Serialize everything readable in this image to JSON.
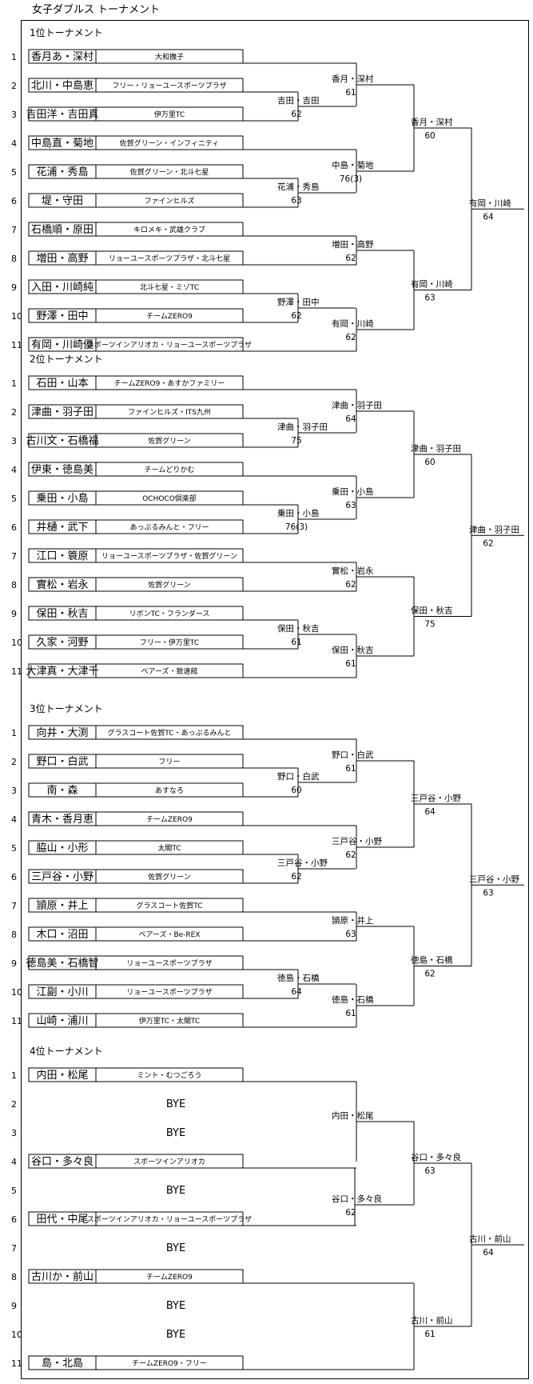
{
  "title": "女子ダブルス トーナメント",
  "sections": [
    {
      "name": "1位トーナメント",
      "entries": [
        {
          "pos": "1",
          "names": "香月あ・深村",
          "club": "大和撫子"
        },
        {
          "pos": "2",
          "names": "北川・中島恵",
          "club": "フリー・リョーユースポーツプラザ"
        },
        {
          "pos": "3",
          "names": "吉田洋・吉田真",
          "club": "伊万里TC"
        },
        {
          "pos": "4",
          "names": "中島直・菊地",
          "club": "佐賀グリーン・インフィニティ"
        },
        {
          "pos": "5",
          "names": "花浦・秀島",
          "club": "佐賀グリーン・北斗七星"
        },
        {
          "pos": "6",
          "names": "堤・守田",
          "club": "ファインヒルズ"
        },
        {
          "pos": "7",
          "names": "石橋順・原田",
          "club": "キロメキ・武雄クラブ"
        },
        {
          "pos": "8",
          "names": "増田・高野",
          "club": "リョーユースポーツプラザ・北斗七星"
        },
        {
          "pos": "9",
          "names": "入田・川崎純",
          "club": "北斗七星・ミゾTC"
        },
        {
          "pos": "10",
          "names": "野澤・田中",
          "club": "チームZERO9"
        },
        {
          "pos": "11",
          "names": "有岡・川崎優",
          "club": "スポーツインアリオカ・リョーユースポーツプラザ"
        }
      ],
      "results": [
        {
          "winner": "吉田・吉田",
          "score": "62"
        },
        {
          "winner": "花浦・秀島",
          "score": "63"
        },
        {
          "winner": "野澤・田中",
          "score": "62"
        },
        {
          "winner": "香月・深村",
          "score": "61"
        },
        {
          "winner": "中島・菊地",
          "score": "76(3)"
        },
        {
          "winner": "増田・高野",
          "score": "62"
        },
        {
          "winner": "有岡・川崎",
          "score": "62"
        },
        {
          "winner": "香月・深村",
          "score": "60"
        },
        {
          "winner": "有岡・川崎",
          "score": "63"
        },
        {
          "winner": "有岡・川崎",
          "score": "64"
        }
      ]
    },
    {
      "name": "2位トーナメント",
      "entries": [
        {
          "pos": "1",
          "names": "石田・山本",
          "club": "チームZERO9・あすかファミリー"
        },
        {
          "pos": "2",
          "names": "津曲・羽子田",
          "club": "ファインヒルズ・ITS九州"
        },
        {
          "pos": "3",
          "names": "古川文・石橋福",
          "club": "佐賀グリーン"
        },
        {
          "pos": "4",
          "names": "伊東・徳島美",
          "club": "チームどりかむ"
        },
        {
          "pos": "5",
          "names": "乗田・小島",
          "club": "OCHOCO倶楽部"
        },
        {
          "pos": "6",
          "names": "井樋・武下",
          "club": "あっぷるみんと・フリー"
        },
        {
          "pos": "7",
          "names": "江口・簑原",
          "club": "リョーユースポーツプラザ・佐賀グリーン"
        },
        {
          "pos": "8",
          "names": "實松・岩永",
          "club": "佐賀グリーン"
        },
        {
          "pos": "9",
          "names": "保田・秋吉",
          "club": "リボンTC・フランダース"
        },
        {
          "pos": "10",
          "names": "久家・河野",
          "club": "フリー・伊万里TC"
        },
        {
          "pos": "11",
          "names": "大津真・大津千",
          "club": "ベアーズ・致遠館"
        }
      ],
      "results": [
        {
          "winner": "津曲・羽子田",
          "score": "75"
        },
        {
          "winner": "乗田・小島",
          "score": "76(3)"
        },
        {
          "winner": "保田・秋吉",
          "score": "61"
        },
        {
          "winner": "津曲・羽子田",
          "score": "64"
        },
        {
          "winner": "乗田・小島",
          "score": "63"
        },
        {
          "winner": "實松・岩永",
          "score": "62"
        },
        {
          "winner": "保田・秋吉",
          "score": "61"
        },
        {
          "winner": "津曲・羽子田",
          "score": "60"
        },
        {
          "winner": "保田・秋吉",
          "score": "75"
        },
        {
          "winner": "津曲・羽子田",
          "score": "62"
        }
      ]
    },
    {
      "name": "3位トーナメント",
      "entries": [
        {
          "pos": "1",
          "names": "向井・大渕",
          "club": "グラスコート佐賀TC・あっぷるみんと"
        },
        {
          "pos": "2",
          "names": "野口・白武",
          "club": "フリー"
        },
        {
          "pos": "3",
          "names": "南・森",
          "club": "あすなろ"
        },
        {
          "pos": "4",
          "names": "青木・香月恵",
          "club": "チームZERO9"
        },
        {
          "pos": "5",
          "names": "脇山・小形",
          "club": "太閤TC"
        },
        {
          "pos": "6",
          "names": "三戸谷・小野",
          "club": "佐賀グリーン"
        },
        {
          "pos": "7",
          "names": "頴原・井上",
          "club": "グラスコート佐賀TC"
        },
        {
          "pos": "8",
          "names": "木口・沼田",
          "club": "ベアーズ・Be-REX"
        },
        {
          "pos": "9",
          "names": "徳島美・石橋智",
          "club": "リョーユースポーツプラザ"
        },
        {
          "pos": "10",
          "names": "江副・小川",
          "club": "リョーユースポーツプラザ"
        },
        {
          "pos": "11",
          "names": "山崎・浦川",
          "club": "伊万里TC・太閤TC"
        }
      ],
      "results": [
        {
          "winner": "野口・白武",
          "score": "60"
        },
        {
          "winner": "三戸谷・小野",
          "score": "62"
        },
        {
          "winner": "徳島・石橋",
          "score": "64"
        },
        {
          "winner": "野口・白武",
          "score": "61"
        },
        {
          "winner": "三戸谷・小野",
          "score": "62"
        },
        {
          "winner": "頴原・井上",
          "score": "63"
        },
        {
          "winner": "徳島・石橋",
          "score": "61"
        },
        {
          "winner": "三戸谷・小野",
          "score": "64"
        },
        {
          "winner": "徳島・石橋",
          "score": "62"
        },
        {
          "winner": "三戸谷・小野",
          "score": "63"
        }
      ]
    },
    {
      "name": "4位トーナメント",
      "entries": [
        {
          "pos": "1",
          "names": "内田・松尾",
          "club": "ミント・むつごろう"
        },
        {
          "pos": "2",
          "names": "",
          "club": "",
          "bye": "BYE"
        },
        {
          "pos": "3",
          "names": "",
          "club": "",
          "bye": "BYE"
        },
        {
          "pos": "4",
          "names": "谷口・多々良",
          "club": "スポーツインアリオカ"
        },
        {
          "pos": "5",
          "names": "",
          "club": "",
          "bye": "BYE"
        },
        {
          "pos": "6",
          "names": "田代・中尾",
          "club": "スポーツインアリオカ・リョーユースポーツプラザ"
        },
        {
          "pos": "7",
          "names": "",
          "club": "",
          "bye": "BYE"
        },
        {
          "pos": "8",
          "names": "古川か・前山",
          "club": "チームZERO9"
        },
        {
          "pos": "9",
          "names": "",
          "club": "",
          "bye": "BYE"
        },
        {
          "pos": "10",
          "names": "",
          "club": "",
          "bye": "BYE"
        },
        {
          "pos": "11",
          "names": "島・北島",
          "club": "チームZERO9・フリー"
        }
      ],
      "results": [
        {
          "winner": "",
          "score": ""
        },
        {
          "winner": "",
          "score": ""
        },
        {
          "winner": "",
          "score": ""
        },
        {
          "winner": "内田・松尾",
          "score": ""
        },
        {
          "winner": "谷口・多々良",
          "score": "62"
        },
        {
          "winner": "",
          "score": ""
        },
        {
          "winner": "",
          "score": ""
        },
        {
          "winner": "谷口・多々良",
          "score": "63"
        },
        {
          "winner": "古川・前山",
          "score": "61"
        },
        {
          "winner": "古川・前山",
          "score": "64"
        }
      ]
    }
  ]
}
